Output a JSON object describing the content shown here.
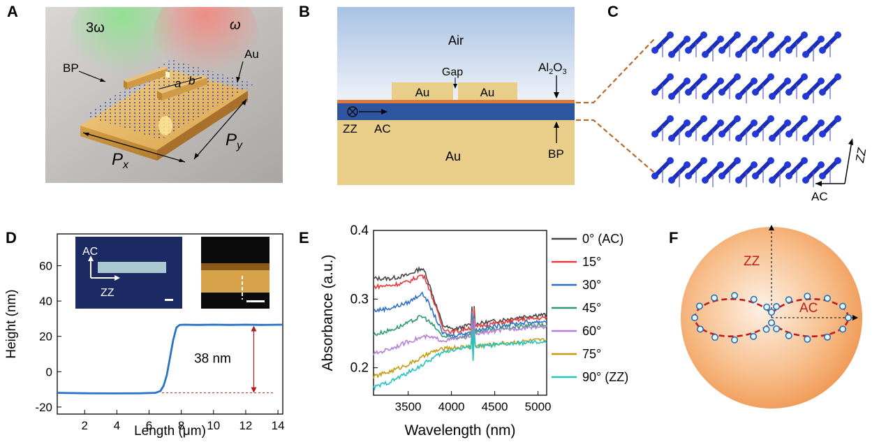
{
  "panels": {
    "a": "A",
    "b": "B",
    "c": "C",
    "d": "D",
    "e": "E",
    "f": "F"
  },
  "panel_a": {
    "freq_3w": "3ω",
    "freq_w": "ω",
    "bp": "BP",
    "au": "Au",
    "a": "a",
    "b": "b",
    "px_main": "P",
    "px_sub": "x",
    "py_main": "P",
    "py_sub": "y"
  },
  "panel_b": {
    "air": "Air",
    "gap": "Gap",
    "au_left": "Au",
    "au_right": "Au",
    "al_main": "Al",
    "al_sub1": "2",
    "al_o": "O",
    "al_sub2": "3",
    "zz": "ZZ",
    "ac": "AC",
    "au_sub": "Au",
    "bp": "BP"
  },
  "panel_c": {
    "zz": "ZZ",
    "ac": "AC"
  },
  "chart_data": [
    {
      "type": "line",
      "xlabel": "Length (μm)",
      "ylabel": "Height (nm)",
      "xlim": [
        0.3,
        14.3
      ],
      "ylim": [
        -24,
        78
      ],
      "xticks": [
        2,
        4,
        6,
        8,
        10,
        12,
        14
      ],
      "yticks": [
        -20,
        0,
        20,
        40,
        60
      ],
      "series": [
        {
          "x": [
            0.3,
            2,
            4,
            5.5,
            6.4,
            6.7,
            6.9,
            7.1,
            7.3,
            7.5,
            7.7,
            7.9,
            8.2,
            9,
            10,
            11,
            12,
            13,
            14.3
          ],
          "y": [
            -12,
            -12.2,
            -12.3,
            -12.2,
            -12,
            -11,
            -8,
            -2,
            8,
            18,
            25,
            26.5,
            26.6,
            26.5,
            26.6,
            26.5,
            26.6,
            26.5,
            26.6
          ]
        }
      ],
      "annotation": "38 nm",
      "inset_left": {
        "ac": "AC",
        "zz": "ZZ"
      }
    },
    {
      "type": "line",
      "xlabel": "Wavelength (nm)",
      "ylabel": "Absorbance (a.u.)",
      "xlim": [
        3100,
        5100
      ],
      "ylim": [
        0.16,
        0.4
      ],
      "xticks": [
        3500,
        4000,
        4500,
        5000
      ],
      "yticks": [
        0.2,
        0.3,
        0.4
      ],
      "x": [
        3100,
        3300,
        3500,
        3650,
        3700,
        3800,
        3900,
        4000,
        4100,
        4200,
        4300,
        4400,
        4600,
        4800,
        5000,
        5100
      ],
      "series": [
        {
          "name": "0° (AC)",
          "color": "#444444",
          "values": [
            0.33,
            0.33,
            0.335,
            0.345,
            0.338,
            0.3,
            0.262,
            0.256,
            0.258,
            0.262,
            0.264,
            0.266,
            0.27,
            0.274,
            0.277,
            0.277
          ]
        },
        {
          "name": "15°",
          "color": "#e8393a",
          "values": [
            0.318,
            0.32,
            0.325,
            0.335,
            0.33,
            0.295,
            0.258,
            0.252,
            0.254,
            0.258,
            0.26,
            0.263,
            0.266,
            0.27,
            0.272,
            0.273
          ]
        },
        {
          "name": "30°",
          "color": "#2e6fc7",
          "values": [
            0.283,
            0.287,
            0.295,
            0.308,
            0.303,
            0.277,
            0.25,
            0.247,
            0.249,
            0.252,
            0.255,
            0.258,
            0.262,
            0.265,
            0.267,
            0.268
          ]
        },
        {
          "name": "45°",
          "color": "#2e9a6c",
          "values": [
            0.248,
            0.255,
            0.265,
            0.275,
            0.272,
            0.26,
            0.246,
            0.243,
            0.245,
            0.248,
            0.251,
            0.254,
            0.258,
            0.26,
            0.262,
            0.262
          ]
        },
        {
          "name": "60°",
          "color": "#b47fd9",
          "values": [
            0.22,
            0.228,
            0.238,
            0.244,
            0.245,
            0.243,
            0.24,
            0.241,
            0.243,
            0.246,
            0.249,
            0.252,
            0.255,
            0.258,
            0.26,
            0.26
          ]
        },
        {
          "name": "75°",
          "color": "#c49b14",
          "values": [
            0.187,
            0.195,
            0.205,
            0.214,
            0.218,
            0.224,
            0.227,
            0.229,
            0.23,
            0.231,
            0.232,
            0.233,
            0.236,
            0.238,
            0.24,
            0.24
          ]
        },
        {
          "name": "90° (ZZ)",
          "color": "#21c4c4",
          "values": [
            0.171,
            0.18,
            0.193,
            0.203,
            0.207,
            0.215,
            0.222,
            0.226,
            0.228,
            0.23,
            0.231,
            0.232,
            0.234,
            0.236,
            0.237,
            0.237
          ]
        }
      ]
    },
    {
      "type": "scatter",
      "labels": {
        "zz": "ZZ",
        "ac": "AC"
      },
      "angles_deg": [
        0,
        15,
        30,
        45,
        60,
        75,
        90,
        105,
        120,
        135,
        150,
        165,
        180,
        195,
        210,
        225,
        240,
        255,
        270,
        285,
        300,
        315,
        330,
        345
      ],
      "radius_norm": [
        1.0,
        0.96,
        0.84,
        0.66,
        0.45,
        0.25,
        0.12,
        0.24,
        0.46,
        0.68,
        0.86,
        0.97,
        1.0,
        0.96,
        0.85,
        0.68,
        0.47,
        0.26,
        0.11,
        0.25,
        0.45,
        0.66,
        0.84,
        0.96
      ]
    }
  ]
}
